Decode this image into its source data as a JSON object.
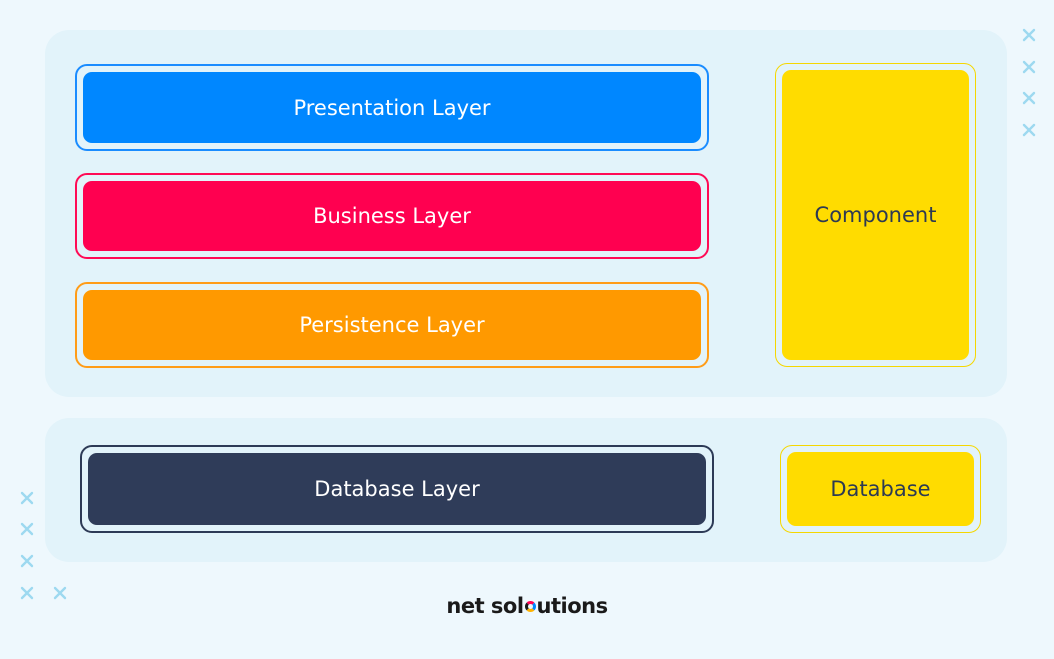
{
  "layers": {
    "presentation": "Presentation Layer",
    "business": "Business Layer",
    "persistence": "Persistence Layer",
    "database_layer": "Database Layer"
  },
  "side": {
    "component": "Component",
    "database": "Database"
  },
  "logo": {
    "part1": "net sol",
    "part2": "utions"
  },
  "colors": {
    "page_background": "#eef8fd",
    "panel_background": "#e2f3fa",
    "presentation": "#0087ff",
    "business": "#ff0050",
    "persistence": "#ff9900",
    "database_layer": "#2f3c59",
    "component": "#ffdc00",
    "database": "#ffdc00",
    "decor_cross": "#9dd9f0"
  },
  "icons": {
    "decor": "cross-mark-icon"
  }
}
